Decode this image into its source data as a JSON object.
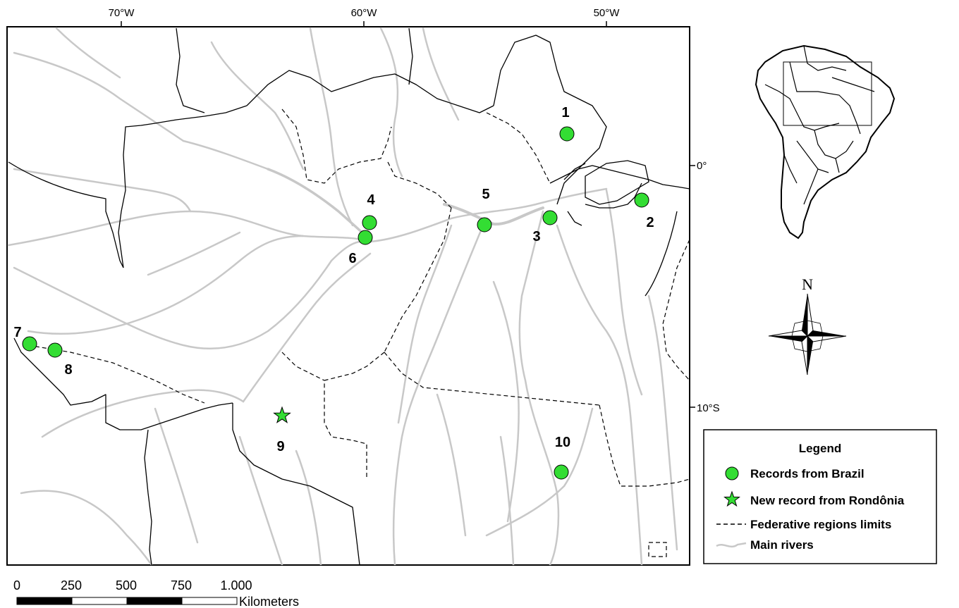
{
  "axes": {
    "top": [
      "70°W",
      "60°W",
      "50°W"
    ],
    "right": [
      "0°",
      "10°S"
    ]
  },
  "sites": [
    {
      "id": "1",
      "type": "brazil"
    },
    {
      "id": "2",
      "type": "brazil"
    },
    {
      "id": "3",
      "type": "brazil"
    },
    {
      "id": "4",
      "type": "brazil"
    },
    {
      "id": "5",
      "type": "brazil"
    },
    {
      "id": "6",
      "type": "brazil"
    },
    {
      "id": "7",
      "type": "brazil"
    },
    {
      "id": "8",
      "type": "brazil"
    },
    {
      "id": "9",
      "type": "rondonia"
    },
    {
      "id": "10",
      "type": "brazil"
    }
  ],
  "legend": {
    "title": "Legend",
    "items": [
      {
        "label": "Records from Brazil",
        "symbol": "circle"
      },
      {
        "label": "New record from Rondônia",
        "symbol": "star"
      },
      {
        "label": "Federative regions limits",
        "symbol": "dashed-line"
      },
      {
        "label": "Main rivers",
        "symbol": "river-line"
      }
    ]
  },
  "north_arrow": {
    "label": "N"
  },
  "scale_bar": {
    "ticks": [
      "0",
      "250",
      "500",
      "750",
      "1.000"
    ],
    "unit": "Kilometers"
  },
  "colors": {
    "marker_fill": "#33dd33",
    "river": "#c8c8c8",
    "border": "#000000",
    "background": "#ffffff"
  }
}
